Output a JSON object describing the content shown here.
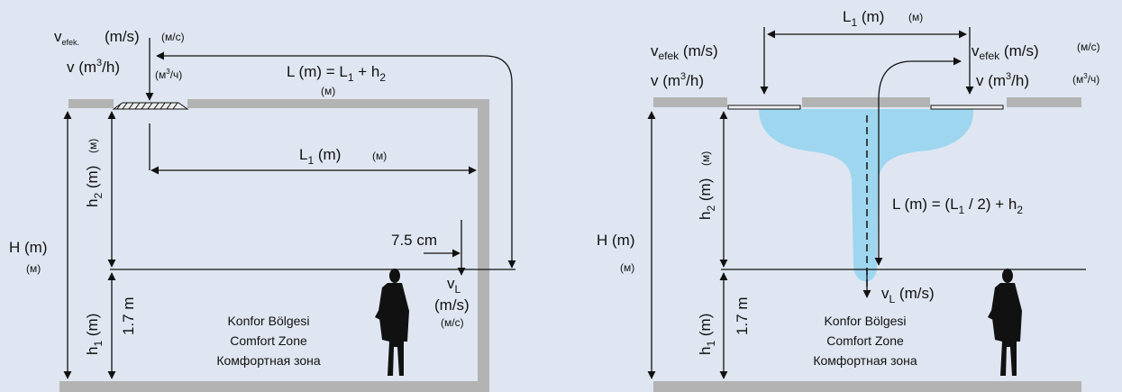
{
  "left": {
    "vefek": {
      "v": "v",
      "sub": "efek.",
      "unit": "(m/s)",
      "ru": "(м/с)"
    },
    "vflow": {
      "v": "v (m",
      "sup": "3",
      "close": "/h)",
      "ru_a": "(м",
      "ru_sup": "3",
      "ru_b": "/ч)"
    },
    "throw_formula": {
      "a": "L (m) = L",
      "sub1": "1",
      "b": " + h",
      "sub2": "2",
      "ru": "(м)"
    },
    "L1": {
      "a": "L",
      "sub": "1",
      "b": " (m)",
      "ru": "(м)"
    },
    "H": {
      "text": "H (m)",
      "ru": "(м)"
    },
    "h2": {
      "a": "h",
      "sub": "2",
      "b": " (m)",
      "ru": "(м)"
    },
    "h1": {
      "a": "h",
      "sub": "1",
      "b": " (m)"
    },
    "height_17": "1.7 m",
    "offset": "7.5 cm",
    "vL": {
      "v": "v",
      "sub": "L",
      "unit": "(m/s)",
      "ru": "(м/с)"
    },
    "zone": [
      "Konfor Bölgesi",
      "Comfort Zone",
      "Комфортная зона"
    ]
  },
  "right": {
    "L1": {
      "a": "L",
      "sub": "1",
      "b": " (m)",
      "ru": "(м)"
    },
    "vefek_left": {
      "text": "v",
      "sub": "efek",
      "b": " (m/s)"
    },
    "vflow_left": {
      "a": "v (m",
      "sup": "3",
      "b": "/h)"
    },
    "vefek_right": {
      "text": "v",
      "sub": "efek",
      "b": " (m/s)",
      "ru": "(м/с)"
    },
    "vflow_right": {
      "a": "v (m",
      "sup": "3",
      "b": "/h)",
      "ru_a": "(м",
      "ru_sup": "3",
      "ru_b": "/ч)"
    },
    "throw_formula": {
      "a": "L (m) = (L",
      "sub1": "1",
      "b": " / 2) + h",
      "sub2": "2"
    },
    "H": {
      "text": "H (m)",
      "ru": "(м)"
    },
    "h2": {
      "a": "h",
      "sub": "2",
      "b": " (m)",
      "ru": "(м)"
    },
    "h1": {
      "a": "h",
      "sub": "1",
      "b": " (m)"
    },
    "height_17": "1.7 m",
    "vL": {
      "v": "v",
      "sub": "L",
      "unit": " (m/s)"
    },
    "zone": [
      "Konfor Bölgesi",
      "Comfort Zone",
      "Комфортная зона"
    ]
  },
  "colors": {
    "background": "#dfe6f1",
    "wall": "#b3b3b3",
    "line": "#111111",
    "jet": "#9fd6ef"
  }
}
